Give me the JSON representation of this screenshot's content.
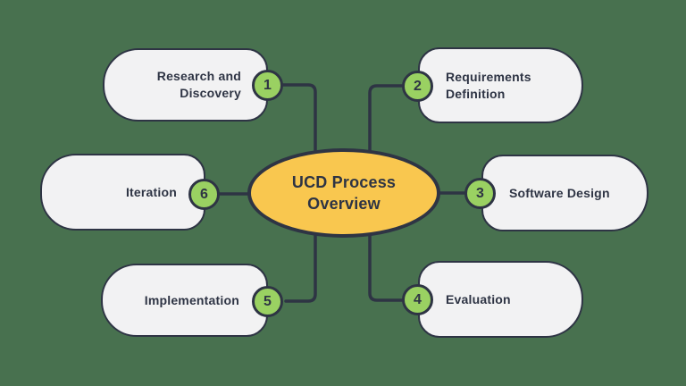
{
  "center": {
    "title": "UCD Process Overview"
  },
  "nodes": [
    {
      "number": "1",
      "label": "Research and Discovery"
    },
    {
      "number": "2",
      "label": "Requirements Definition"
    },
    {
      "number": "3",
      "label": "Software Design"
    },
    {
      "number": "4",
      "label": "Evaluation"
    },
    {
      "number": "5",
      "label": "Implementation"
    },
    {
      "number": "6",
      "label": "Iteration"
    }
  ],
  "colors": {
    "background": "#48714F",
    "outline": "#2E3444",
    "node_fill": "#F2F2F3",
    "ellipse_fill": "#F9C74F",
    "badge_fill": "#9AD162",
    "text": "#2E3444"
  }
}
